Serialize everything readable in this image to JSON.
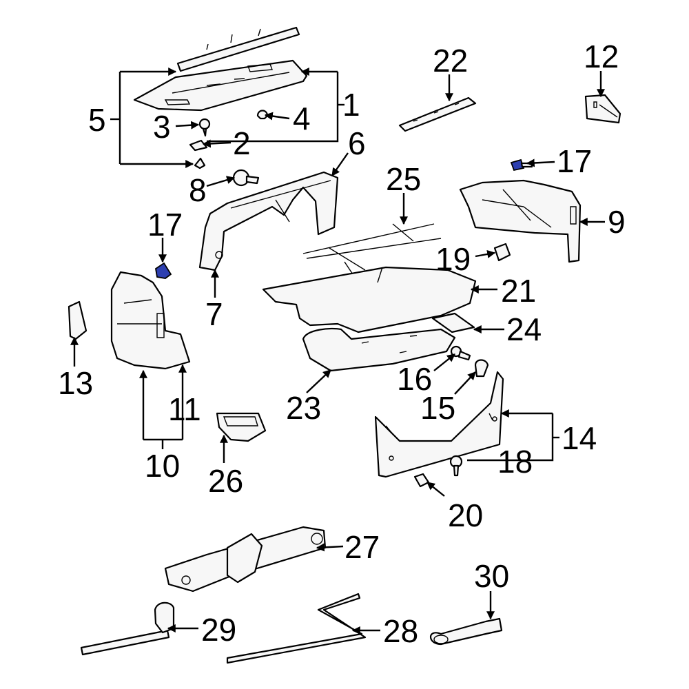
{
  "colors": {
    "highlight": "#2d3fb0",
    "ink": "#000000",
    "paper": "#ffffff"
  },
  "callouts": {
    "c1": "1",
    "c2": "2",
    "c3": "3",
    "c4": "4",
    "c5": "5",
    "c6": "6",
    "c7": "7",
    "c8": "8",
    "c9": "9",
    "c10": "10",
    "c11": "11",
    "c12": "12",
    "c13": "13",
    "c14": "14",
    "c15": "15",
    "c16": "16",
    "c17a": "17",
    "c17b": "17",
    "c18": "18",
    "c19": "19",
    "c20": "20",
    "c21": "21",
    "c22": "22",
    "c23": "23",
    "c24": "24",
    "c25": "25",
    "c26": "26",
    "c27": "27",
    "c28": "28",
    "c29": "29",
    "c30": "30"
  }
}
